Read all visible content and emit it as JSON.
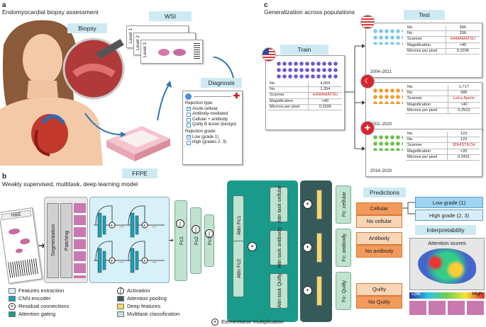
{
  "panel_a": {
    "letter": "a",
    "title": "Endomyocardial biopsy assessment",
    "biopsy": "Biopsy",
    "wsi": "WSI",
    "ffpe": "FFPE",
    "levels": [
      "Level 1",
      "Level 2",
      "Level 3"
    ],
    "diagnosis": {
      "title": "Diagnosis",
      "rejection_type": "Rejection type:",
      "types": [
        {
          "label": "Acute cellular",
          "checked": true
        },
        {
          "label": "Antibody-mediated",
          "checked": false
        },
        {
          "label": "Cellular + antibody",
          "checked": false
        },
        {
          "label": "Quilty B lesion (benign)",
          "checked": false
        }
      ],
      "rejection_grade": "Rejection grade:",
      "grades": [
        {
          "label": "Low (grade 1)",
          "checked": true
        },
        {
          "label": "High (grades 2, 3)",
          "checked": false
        }
      ]
    }
  },
  "panel_c": {
    "letter": "c",
    "title": "Generalization across populations",
    "train": "Train",
    "test": "Test",
    "train_stats": {
      "rows": [
        [
          "No.",
          "4,059"
        ],
        [
          "No.",
          "1,354"
        ],
        [
          "Scanner",
          "HAMAMATSU"
        ],
        [
          "Magnification",
          "×40"
        ],
        [
          "Microns per pixel",
          "0.2206"
        ]
      ]
    },
    "tests": [
      {
        "years": "2004–2021",
        "rows": [
          [
            "No.",
            "995"
          ],
          [
            "No.",
            "336"
          ],
          [
            "Scanner",
            "HAMAMATSU"
          ],
          [
            "Magnification",
            "×40"
          ],
          [
            "Microns per pixel",
            "0.2206"
          ]
        ],
        "color": "#7fc8ec"
      },
      {
        "years": "2002–2020",
        "rows": [
          [
            "No.",
            "1,717"
          ],
          [
            "No.",
            "585"
          ],
          [
            "Scanner",
            "Leica Aperio"
          ],
          [
            "Magnification",
            "×40"
          ],
          [
            "Microns per pixel",
            "0.2523"
          ]
        ],
        "color": "#f29a2e"
      },
      {
        "years": "2014–2020",
        "rows": [
          [
            "No.",
            "123"
          ],
          [
            "No.",
            "123"
          ],
          [
            "Scanner",
            "3DHISTECH"
          ],
          [
            "Magnification",
            "×20"
          ],
          [
            "Microns per pixel",
            "0.2431"
          ]
        ],
        "color": "#6cc04a"
      }
    ]
  },
  "panel_b": {
    "letter": "b",
    "title": "Weakly supervised, multitask, deep learning model",
    "he": "H&E",
    "segmentation": "Segmentation",
    "patching": "Patching",
    "fc": [
      "Fc1",
      "Fc2",
      "Fc3"
    ],
    "attn_fc": [
      "Attn Fc1",
      "Attn Fc2"
    ],
    "attn_task": [
      "Attn task cellular",
      "Attn task antibody",
      "Attn task Quilty"
    ],
    "fc_heads": [
      "Fc: cellular",
      "Fc: antibody",
      "Fc: Quilty"
    ],
    "predictions": "Predictions",
    "outputs": [
      [
        "Cellular",
        "No cellular"
      ],
      [
        "Antibody",
        "No antibody"
      ],
      [
        "Quilty",
        "No Quilty"
      ]
    ],
    "grades": [
      "Low grade (1)",
      "High grade (2, 3)"
    ],
    "interpretability": "Interpretability",
    "attention_scores": "Attention scores",
    "low": "Low",
    "high": "High",
    "legend": [
      {
        "label": "Features extraction",
        "color": "#d8f0f7"
      },
      {
        "label": "CNN encoder",
        "color": "#1aa0b8"
      },
      {
        "label": "Residual connections",
        "icon": "plus"
      },
      {
        "label": "Attention gating",
        "color": "#1a9a8a"
      },
      {
        "label": "Activation",
        "icon": "sigma"
      },
      {
        "label": "Attention pooling",
        "color": "#365a5a"
      },
      {
        "label": "Deep features",
        "color": "#f5d76b"
      },
      {
        "label": "Multitask classification",
        "color": "#bfe3cf"
      }
    ],
    "elementwise": "Elementwise multiplication"
  }
}
